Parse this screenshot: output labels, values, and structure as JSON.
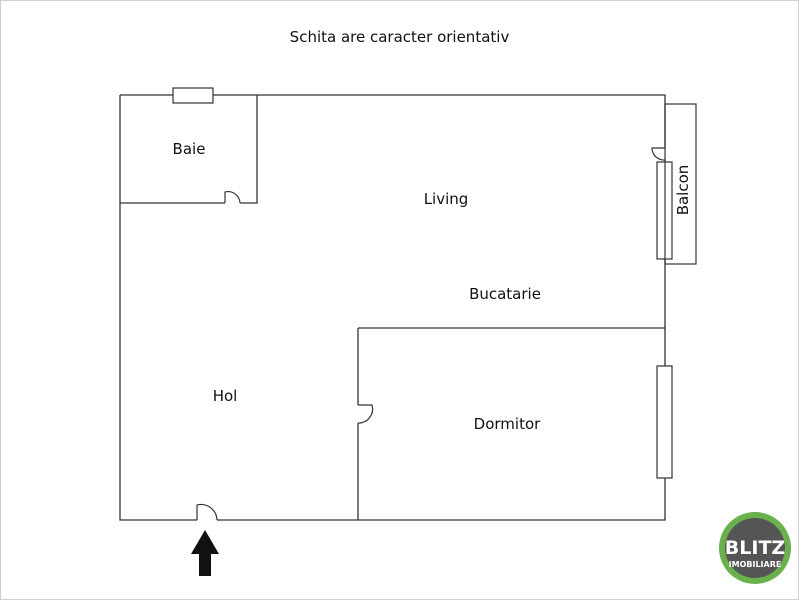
{
  "note": "Schita are caracter orientativ",
  "rooms": {
    "baie": "Baie",
    "living": "Living",
    "balcon": "Balcon",
    "bucatarie": "Bucatarie",
    "hol": "Hol",
    "dormitor": "Dormitor"
  },
  "logo": {
    "name": "BLITZ",
    "tagline": "IMOBILIARE",
    "colors": {
      "ring": "#6ab04c",
      "disc": "#555555",
      "text": "#ffffff"
    }
  },
  "colors": {
    "wall": "#333333",
    "arrow": "#111111"
  },
  "icons": {
    "entrance": "arrow-up-icon"
  }
}
